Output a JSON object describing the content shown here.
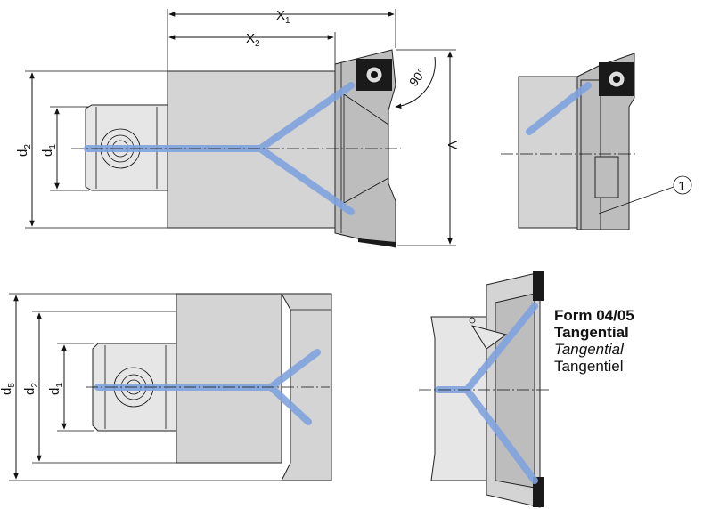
{
  "labels": {
    "x1": "X",
    "x1_sub": "1",
    "x2": "X",
    "x2_sub": "2",
    "angle": "90°",
    "a": "A",
    "d1": "d",
    "d1_sub": "1",
    "d2": "d",
    "d2_sub": "2",
    "d5": "d",
    "d5_sub": "5",
    "d1b": "d",
    "d1b_sub": "1",
    "d2b": "d",
    "d2b_sub": "2",
    "callout": "1"
  },
  "caption": {
    "line1": "Form 04/05",
    "line2": "Tangential",
    "line3": "Tangential",
    "line4": "Tangentiel"
  },
  "colors": {
    "coolant": "#7fa3de",
    "body": "#d4d4d4",
    "insert": "#1a1a1a"
  }
}
